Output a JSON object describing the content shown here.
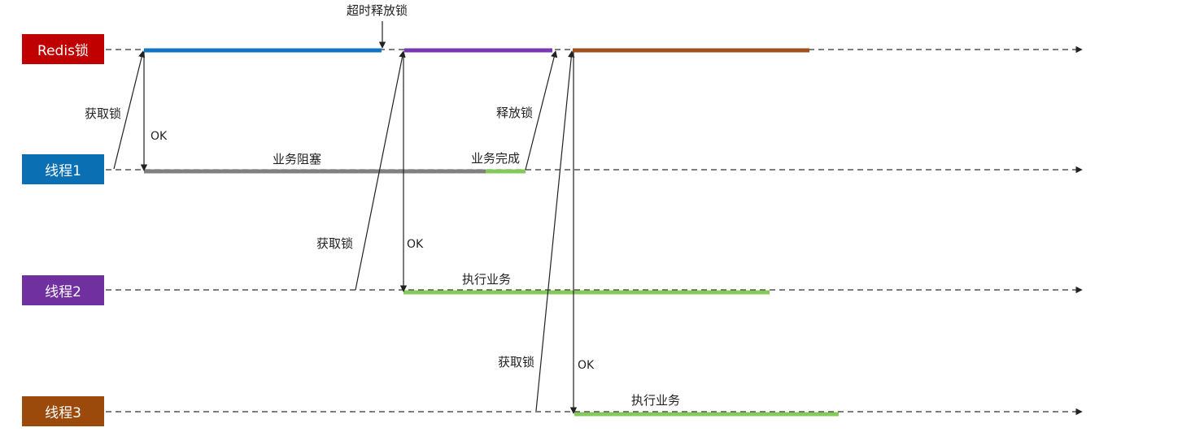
{
  "colors": {
    "redis": "#c00000",
    "thread1": "#0b6fb4",
    "thread2": "#7030a0",
    "thread3": "#9c4a0c",
    "hold_blue": "#1473c2",
    "hold_purple": "#7a37b4",
    "hold_brown": "#a0501e",
    "blocked": "#808080",
    "business": "#86c95b",
    "line": "#333333"
  },
  "lanes": {
    "redis": "Redis锁",
    "thread1": "线程1",
    "thread2": "线程2",
    "thread3": "线程3"
  },
  "labels": {
    "timeout_release": "超时释放锁",
    "acquire_1": "获取锁",
    "ok_1": "OK",
    "blocked": "业务阻塞",
    "release": "释放锁",
    "done": "业务完成",
    "acquire_2": "获取锁",
    "ok_2": "OK",
    "exec_2": "执行业务",
    "acquire_3": "获取锁",
    "ok_3": "OK",
    "exec_3": "执行业务"
  }
}
